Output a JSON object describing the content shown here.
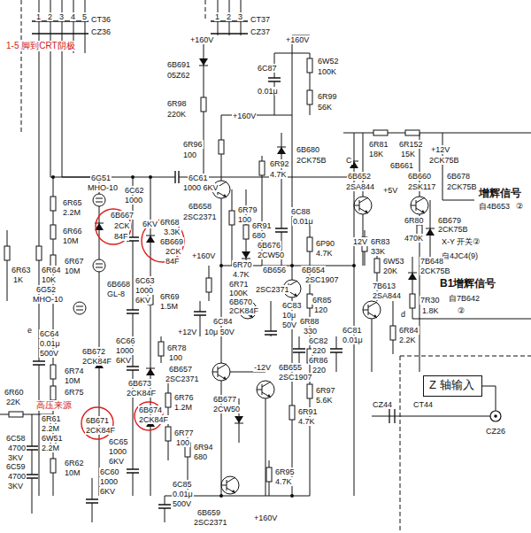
{
  "diagram": {
    "nodes": [
      {
        "text": [
          "Z 轴输入"
        ]
      }
    ],
    "labels": [
      "1",
      "2",
      "3",
      "4",
      "5",
      "CT36",
      "CZ36",
      "1-5 脚到CRT阴极",
      "1",
      "2",
      "3",
      "CT37",
      "CZ37",
      "+160V",
      "+160V",
      "6B691",
      "05Z62",
      "6R98",
      "220K",
      "6C87",
      "0.01μ",
      "6W52",
      "100K",
      "6R99",
      "56K",
      "+160V",
      "6R96",
      "100",
      "6R92",
      "4.7K",
      "6B680",
      "2CK75B",
      "6R81",
      "18K",
      "6R152",
      "15K",
      "C",
      "+12V",
      "2CK75B",
      "6B661",
      "6B652",
      "2SA844",
      "6B660",
      "2SK117",
      "6B678",
      "2CK75B",
      "+5V",
      "增辉信号",
      "自4B653",
      "②",
      "6R80",
      "470K",
      "6B679",
      "2CK75B",
      "X-Y 开关②",
      "自4JC4(9)",
      "6G51",
      "MHO-10",
      "6C61",
      "1000 6KV",
      "6R65",
      "2.2M",
      "6C62",
      "1000",
      "6B658",
      "2SC2371",
      "6KV",
      "6R79",
      "100",
      "6R91",
      "680",
      "6C88",
      "0.01μ",
      "6B676",
      "2CW50",
      "6P90",
      "4.7K",
      "12V",
      "6R83",
      "33K",
      "6W53",
      "20K",
      "6R66",
      "10M",
      "6B667",
      "2CK",
      "84F",
      "6R68",
      "3.3K",
      "6B669",
      "2CK",
      "84F",
      "+160V",
      "6R63",
      "1K",
      "6R64",
      "10K",
      "6R67",
      "10M",
      "6R70",
      "4.7K",
      "6B656",
      "2SC2371",
      "6B654",
      "2SC1907",
      "7B613",
      "2SA844",
      "7B648",
      "2CK75B",
      "B1增辉信号",
      "自7B642",
      "②",
      "7R30",
      "1.8K",
      "d",
      "6R85",
      "120",
      "6R84",
      "2.2K",
      "6B668",
      "GL-8",
      "6C63",
      "1000",
      "6KV",
      "6R71",
      "100K",
      "6B670",
      "2CK84F",
      "6C84",
      "+12V",
      "10μ 50V",
      "6G52",
      "MHO-10",
      "6R69",
      "1.5M",
      "6C83",
      "10μ",
      "50V",
      "6R88",
      "330",
      "6C82",
      "220",
      "6R86",
      "220",
      "6C81",
      "0.01μ",
      "e",
      "6C64",
      "0.01μ",
      "500V",
      "6B672",
      "2CK84F",
      "6C66",
      "1000",
      "6KV",
      "6R78",
      "100",
      "6B657",
      "2SC2371",
      "-12V",
      "6B655",
      "2SC1907",
      "6R74",
      "10M",
      "6B673",
      "2CK84F",
      "6R76",
      "1.2M",
      "6R97",
      "5.6K",
      "6R60",
      "22K",
      "高压来源",
      "6R75",
      "6R61",
      "2.2M",
      "6W51",
      "2.2M",
      "6B671",
      "2CK84F",
      "6C65",
      "1000",
      "6KV",
      "6B674",
      "2CK84F",
      "6R77",
      "100",
      "6R94",
      "680",
      "6B677",
      "2CW50",
      "6R91",
      "4.7K",
      "CZ44",
      "CT44",
      "CZ26",
      "6C58",
      "4700",
      "3KV",
      "6C59",
      "4700",
      "3KV",
      "6R62",
      "10M",
      "6C60",
      "1000",
      "6KV",
      "6R95",
      "4.7K",
      "6C85",
      "0.01μ",
      "500V",
      "6B659",
      "2SC2371",
      "+160V"
    ]
  }
}
